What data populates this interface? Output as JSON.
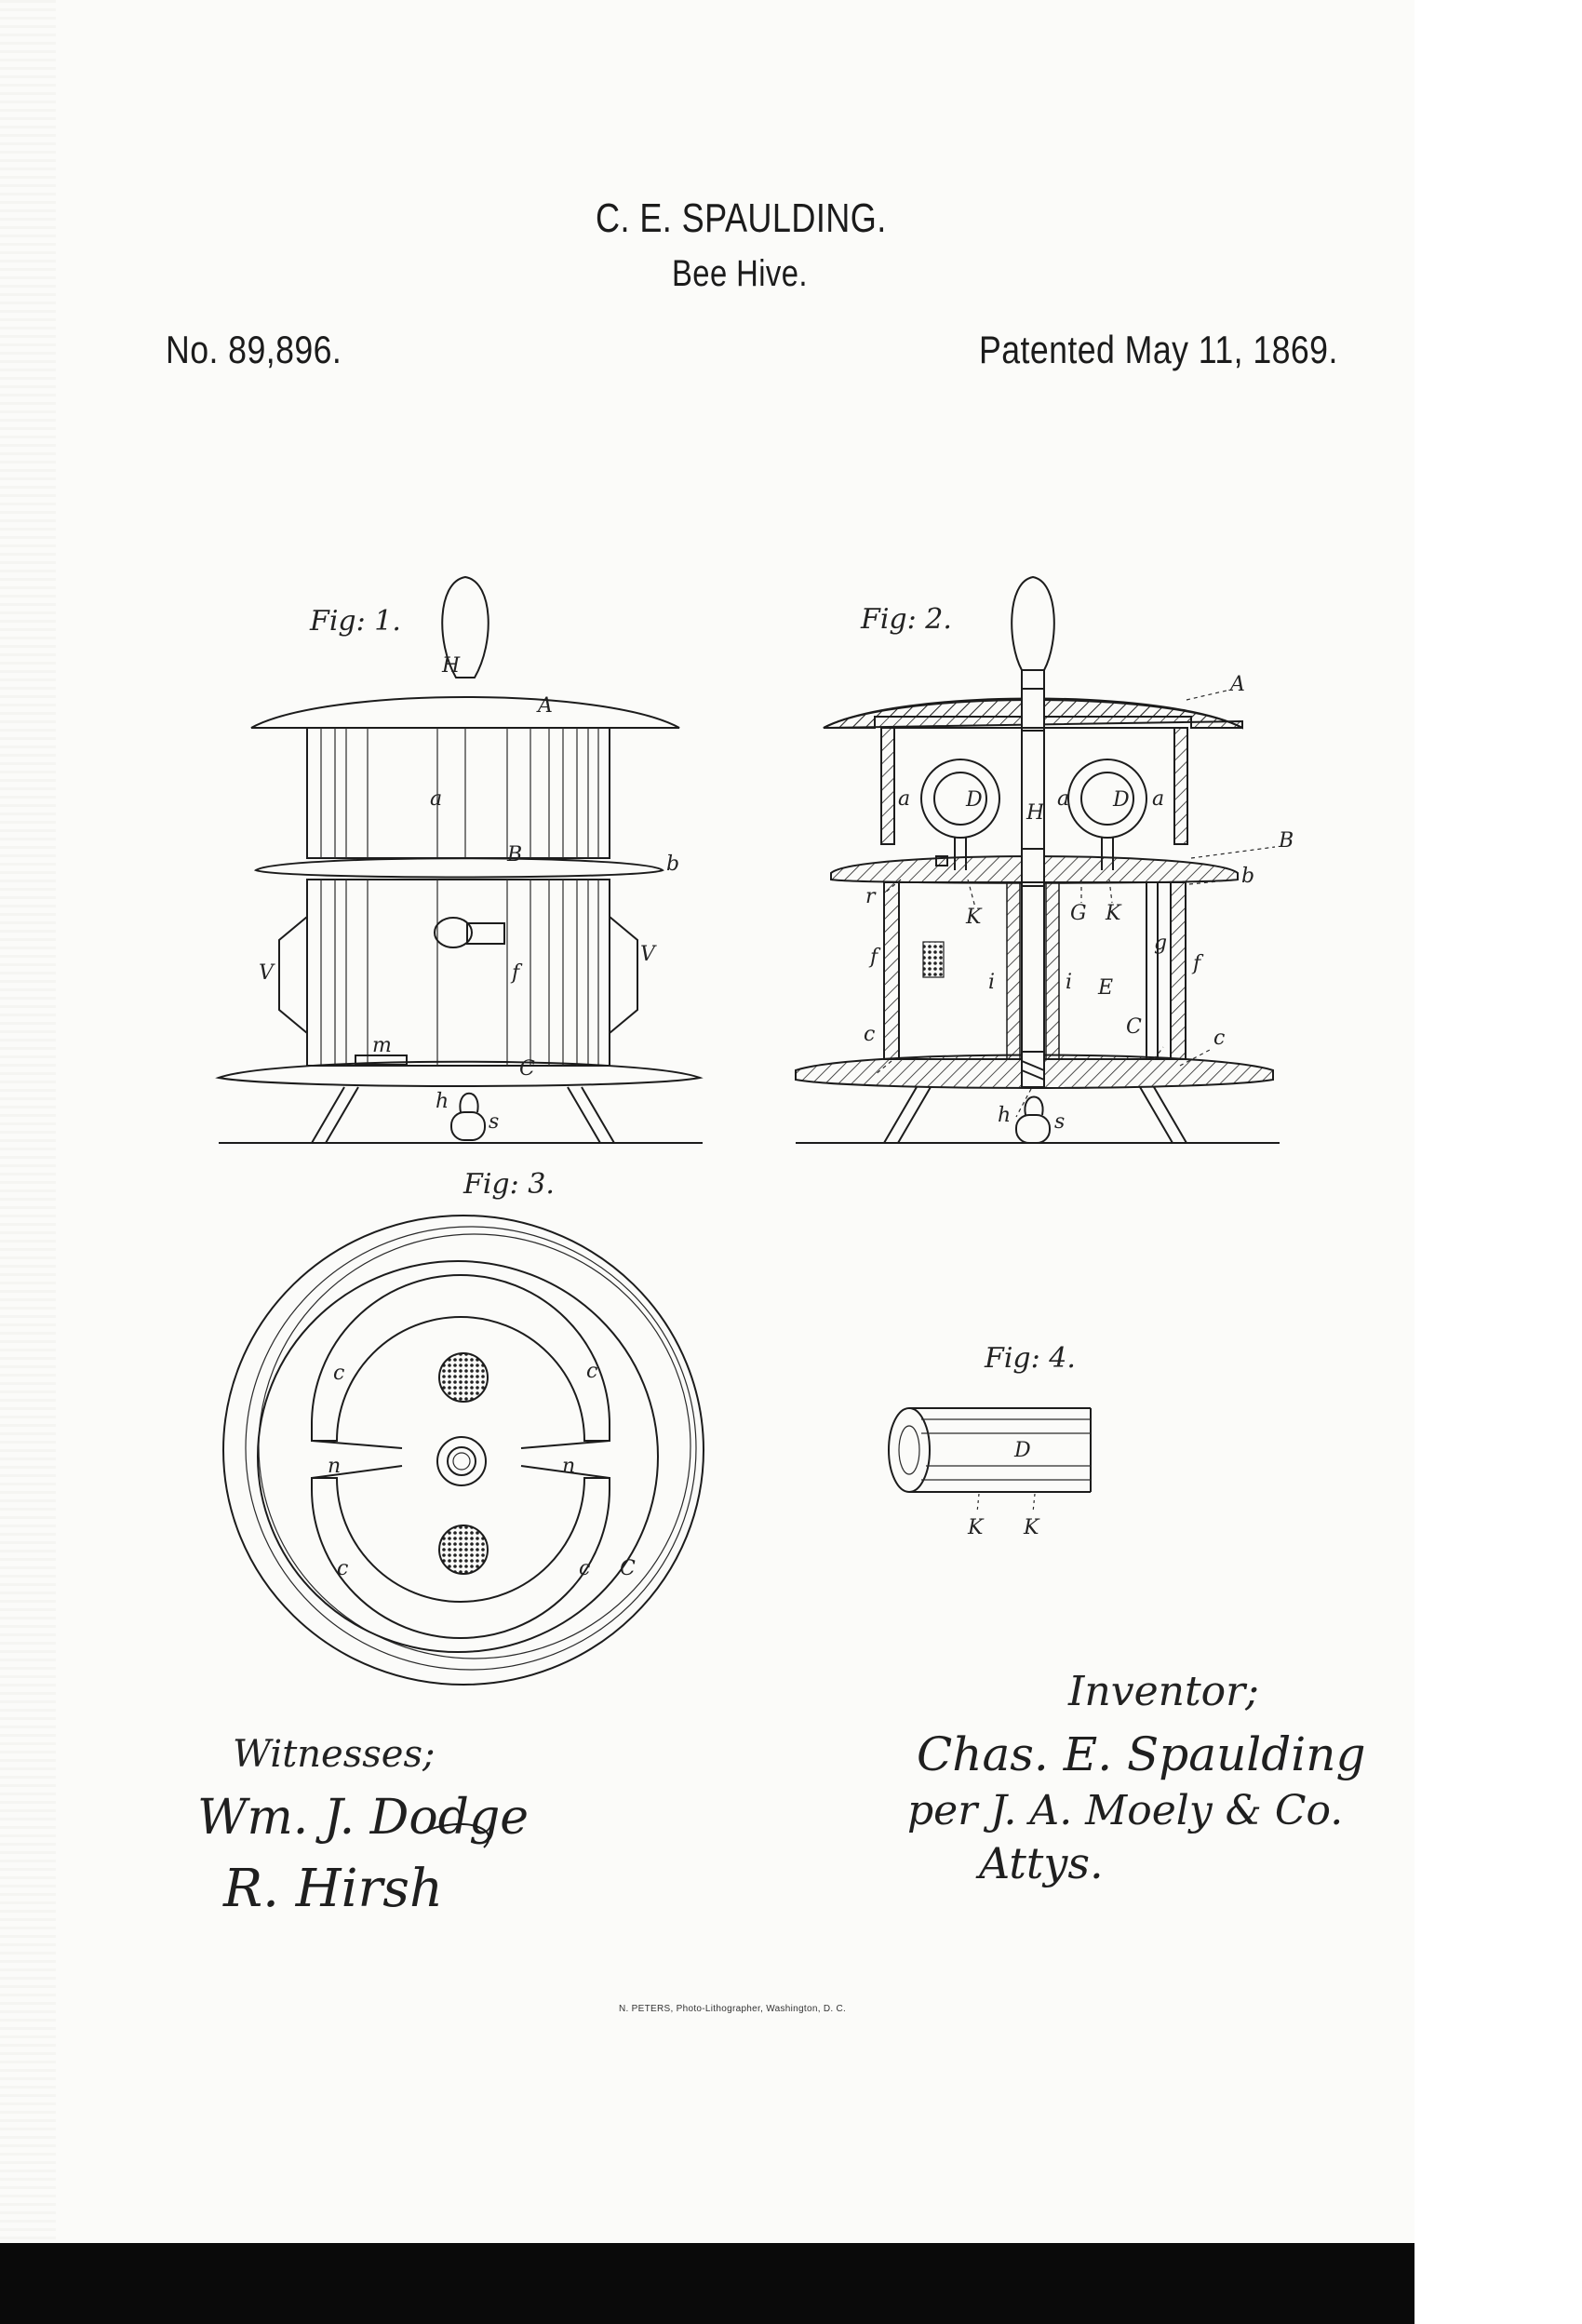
{
  "header": {
    "inventor_name": "C. E. SPAULDING.",
    "invention_title": "Bee Hive.",
    "patent_number": "No. 89,896.",
    "patent_date": "Patented May 11, 1869."
  },
  "figures": {
    "fig1": {
      "label": "Fig: 1.",
      "callouts": {
        "H": "H",
        "A": "A",
        "a": "a",
        "B": "B",
        "b": "b",
        "V_left": "V",
        "V_right": "V",
        "f": "f",
        "m": "m",
        "C": "C",
        "h": "h",
        "s": "s"
      }
    },
    "fig2": {
      "label": "Fig: 2.",
      "callouts": {
        "A": "A",
        "H": "H",
        "a_left": "a",
        "a_mid": "a",
        "a_right": "a",
        "D_left": "D",
        "D_right": "D",
        "B": "B",
        "b": "b",
        "r": "r",
        "K_left": "K",
        "G": "G",
        "K_right": "K",
        "f_left": "f",
        "f_right": "f",
        "g": "g",
        "i_left": "i",
        "i_right": "i",
        "E": "E",
        "c_left": "c",
        "C": "C",
        "c_right": "c",
        "h": "h",
        "s": "s"
      }
    },
    "fig3": {
      "label": "Fig: 3.",
      "callouts": {
        "c_tl": "c",
        "c_tr": "c",
        "n_left": "n",
        "n_right": "n",
        "c_bl": "c",
        "c_br": "c",
        "C": "C"
      }
    },
    "fig4": {
      "label": "Fig: 4.",
      "callouts": {
        "D": "D",
        "K_left": "K",
        "K_right": "K"
      }
    }
  },
  "signatures": {
    "witnesses_label": "Witnesses;",
    "witness_1": "Wm. J. Dodge",
    "witness_2": "R. Hirsh",
    "inventor_label": "Inventor;",
    "inventor_signature": "Chas. E. Spaulding",
    "attorney_line_1": "per J. A. Moely & Co.",
    "attorney_line_2": "Attys."
  },
  "printer_credit": "N. PETERS, Photo-Lithographer, Washington, D. C."
}
